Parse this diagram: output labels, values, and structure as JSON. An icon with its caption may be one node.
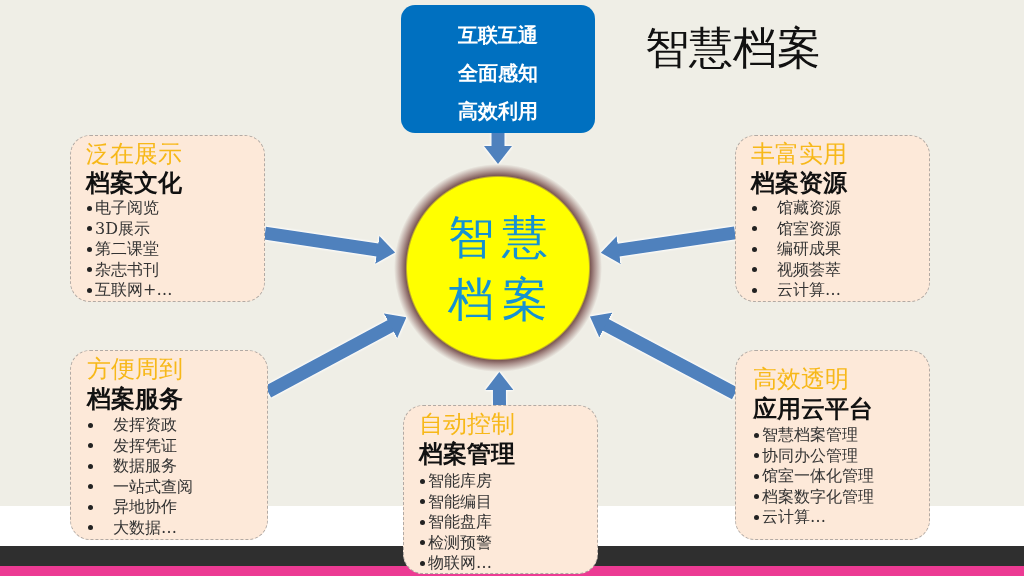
{
  "diagram": {
    "title": "智慧档案",
    "nodes": [
      {
        "text": [
          "互联互通",
          "全面感知",
          "高效利用"
        ]
      },
      {
        "text": [
          "泛在展示",
          "档案文化",
          "电子阅览",
          "3D展示",
          "第二课堂",
          "杂志书刊",
          "互联网+…"
        ]
      },
      {
        "text": [
          "丰富实用",
          "档案资源",
          "馆藏资源",
          "馆室资源",
          "编研成果",
          "视频荟萃",
          "云计算…"
        ]
      },
      {
        "text": [
          "智慧档案"
        ]
      },
      {
        "text": [
          "方便周到",
          "档案服务",
          "发挥资政",
          "发挥凭证",
          "数据服务",
          "一站式查阅",
          "异地协作",
          "大数据…"
        ]
      },
      {
        "text": [
          "自动控制",
          "档案管理",
          "智能库房",
          "智能编目",
          "智能盘库",
          "检测预警",
          "物联网…"
        ]
      },
      {
        "text": [
          "高效透明",
          "应用云平台",
          "智慧档案管理",
          "协同办公管理",
          "馆室一体化管理",
          "档案数字化管理",
          "云计算…"
        ]
      }
    ],
    "edges": [
      {
        "from": 0,
        "to": 3,
        "arrow": "to"
      },
      {
        "from": 1,
        "to": 3,
        "arrow": "to"
      },
      {
        "from": 2,
        "to": 3,
        "arrow": "to"
      },
      {
        "from": 4,
        "to": 3,
        "arrow": "to"
      },
      {
        "from": 5,
        "to": 3,
        "arrow": "to"
      },
      {
        "from": 6,
        "to": 3,
        "arrow": "to"
      }
    ]
  }
}
